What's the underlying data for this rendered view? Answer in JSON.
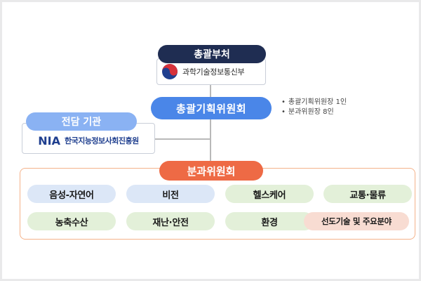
{
  "ministry": {
    "header": "총괄부처",
    "name": "과학기술정보통신부"
  },
  "central_committee": {
    "label": "총괄기획위원회",
    "notes": [
      "총괄기획위원장 1인",
      "분과위원장 8인"
    ]
  },
  "agency": {
    "header": "전담 기관",
    "logo": "NIA",
    "name": "한국지능정보사회진흥원"
  },
  "subcommittee": {
    "label": "분과위원회",
    "items": [
      {
        "label": "음성-자연어",
        "color": "#dce7f7"
      },
      {
        "label": "비전",
        "color": "#dce7f7"
      },
      {
        "label": "헬스케어",
        "color": "#e3f0d9"
      },
      {
        "label": "교통·물류",
        "color": "#e3f0d9"
      },
      {
        "label": "농축수산",
        "color": "#e3f0d9"
      },
      {
        "label": "재난·안전",
        "color": "#e3f0d9"
      },
      {
        "label": "환경",
        "color": "#e3f0d9"
      },
      {
        "label": "선도기술 및 주요분야",
        "color": "#f8dcd2"
      }
    ]
  },
  "colors": {
    "ministry_header": "#1f2d52",
    "central": "#4a86e8",
    "agency_header": "#8ab2f3",
    "subcommittee_header": "#ee6a45",
    "subcommittee_border": "#f4b28a"
  }
}
